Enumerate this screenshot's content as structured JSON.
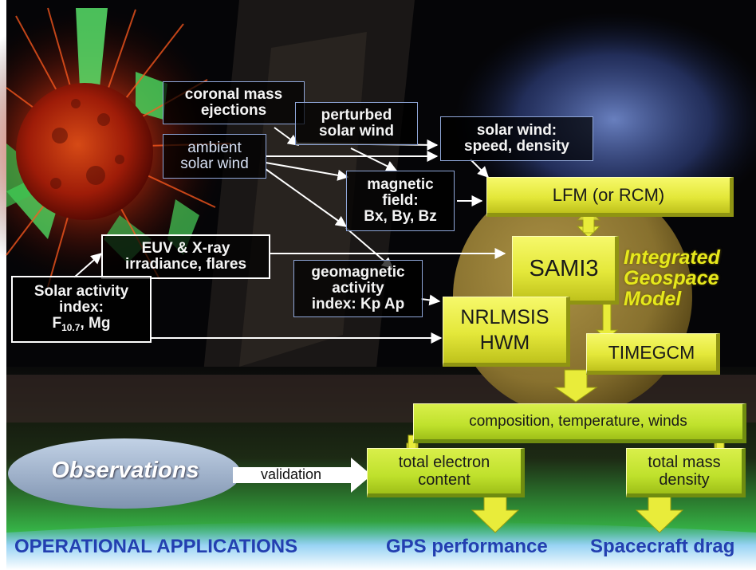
{
  "boxes": {
    "cme": [
      "coronal mass",
      "ejections"
    ],
    "perturbed": [
      "perturbed",
      "solar wind"
    ],
    "ambient": [
      "ambient",
      "solar wind"
    ],
    "solar_wind": [
      "solar wind:",
      "speed, density"
    ],
    "mag_field": [
      "magnetic",
      "field:",
      "Bx, By, Bz"
    ],
    "euv": [
      "EUV & X-ray",
      "irradiance, flares"
    ],
    "geomag": [
      "geomagnetic",
      "activity",
      "index: Kp Ap"
    ],
    "solar_index": [
      "Solar activity",
      "index:"
    ],
    "f107_main": "F",
    "f107_sub": "10.7",
    "f107_rest": ", Mg",
    "lfm": "LFM (or RCM)",
    "sami3": "SAMI3",
    "nrlmsis": [
      "NRLMSIS",
      "HWM"
    ],
    "timegcm": "TIMEGCM",
    "composition": "composition, temperature, winds",
    "tec": [
      "total electron",
      "content"
    ],
    "tmd": [
      "total mass",
      "density"
    ]
  },
  "model_label": [
    "Integrated",
    "Geospace",
    "Model"
  ],
  "observations": "Observations",
  "validation": "validation",
  "bottom": {
    "operational": "OPERATIONAL APPLICATIONS",
    "gps": "GPS performance",
    "drag": "Spacecraft drag"
  },
  "colors": {
    "title_yellow": "#e6e81c",
    "bottom_blue": "#233fb0",
    "box_yellow": "#ecef42",
    "box_green": "#c6e434"
  }
}
